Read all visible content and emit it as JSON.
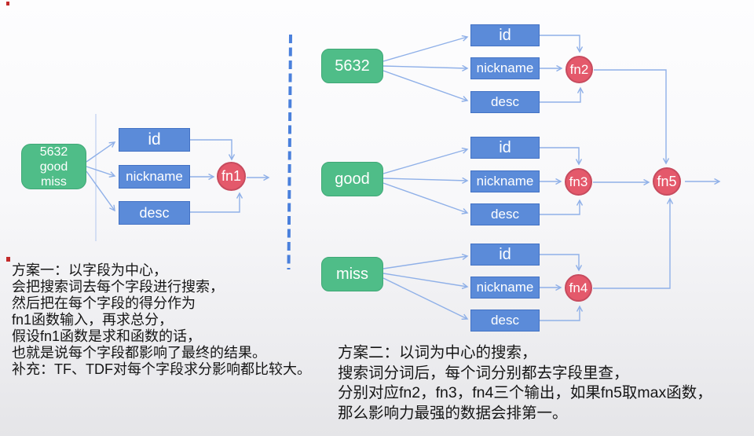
{
  "scheme1": {
    "query_lines": [
      "5632",
      "good",
      "miss"
    ],
    "fields": [
      "id",
      "nickname",
      "desc"
    ],
    "fn_label": "fn1",
    "description_lines": [
      "方案一：以字段为中心，",
      "会把搜索词去每个字段进行搜索，",
      "然后把在每个字段的得分作为",
      "fn1函数输入，再求总分，",
      "假设fn1函数是求和函数的话，",
      "也就是说每个字段都影响了最终的结果。",
      "补充：TF、TDF对每个字段求分影响都比较大。"
    ]
  },
  "scheme2": {
    "groups": [
      {
        "query": "5632",
        "fields": [
          "id",
          "nickname",
          "desc"
        ],
        "fn_label": "fn2"
      },
      {
        "query": "good",
        "fields": [
          "id",
          "nickname",
          "desc"
        ],
        "fn_label": "fn3"
      },
      {
        "query": "miss",
        "fields": [
          "id",
          "nickname",
          "desc"
        ],
        "fn_label": "fn4"
      }
    ],
    "aggregate_fn_label": "fn5",
    "description_lines": [
      "方案二：以词为中心的搜索，",
      "搜索词分词后，每个词分别都去字段里查，",
      "分别对应fn2，fn3，fn4三个输出，如果fn5取max函数，",
      "那么影响力最强的数据会排第一。"
    ]
  },
  "colors": {
    "query_fill": "#4fbd88",
    "query_border": "#3fa876",
    "field_fill": "#5b8bd9",
    "field_border": "#4372c4",
    "fn_fill": "#e4596b",
    "fn_border": "#c74b5e",
    "connector": "#8fb0e8",
    "divider": "#4a80dc",
    "body_text": "#151515",
    "background_top": "#fdfdfe",
    "background_bottom": "#e5e5e8"
  }
}
